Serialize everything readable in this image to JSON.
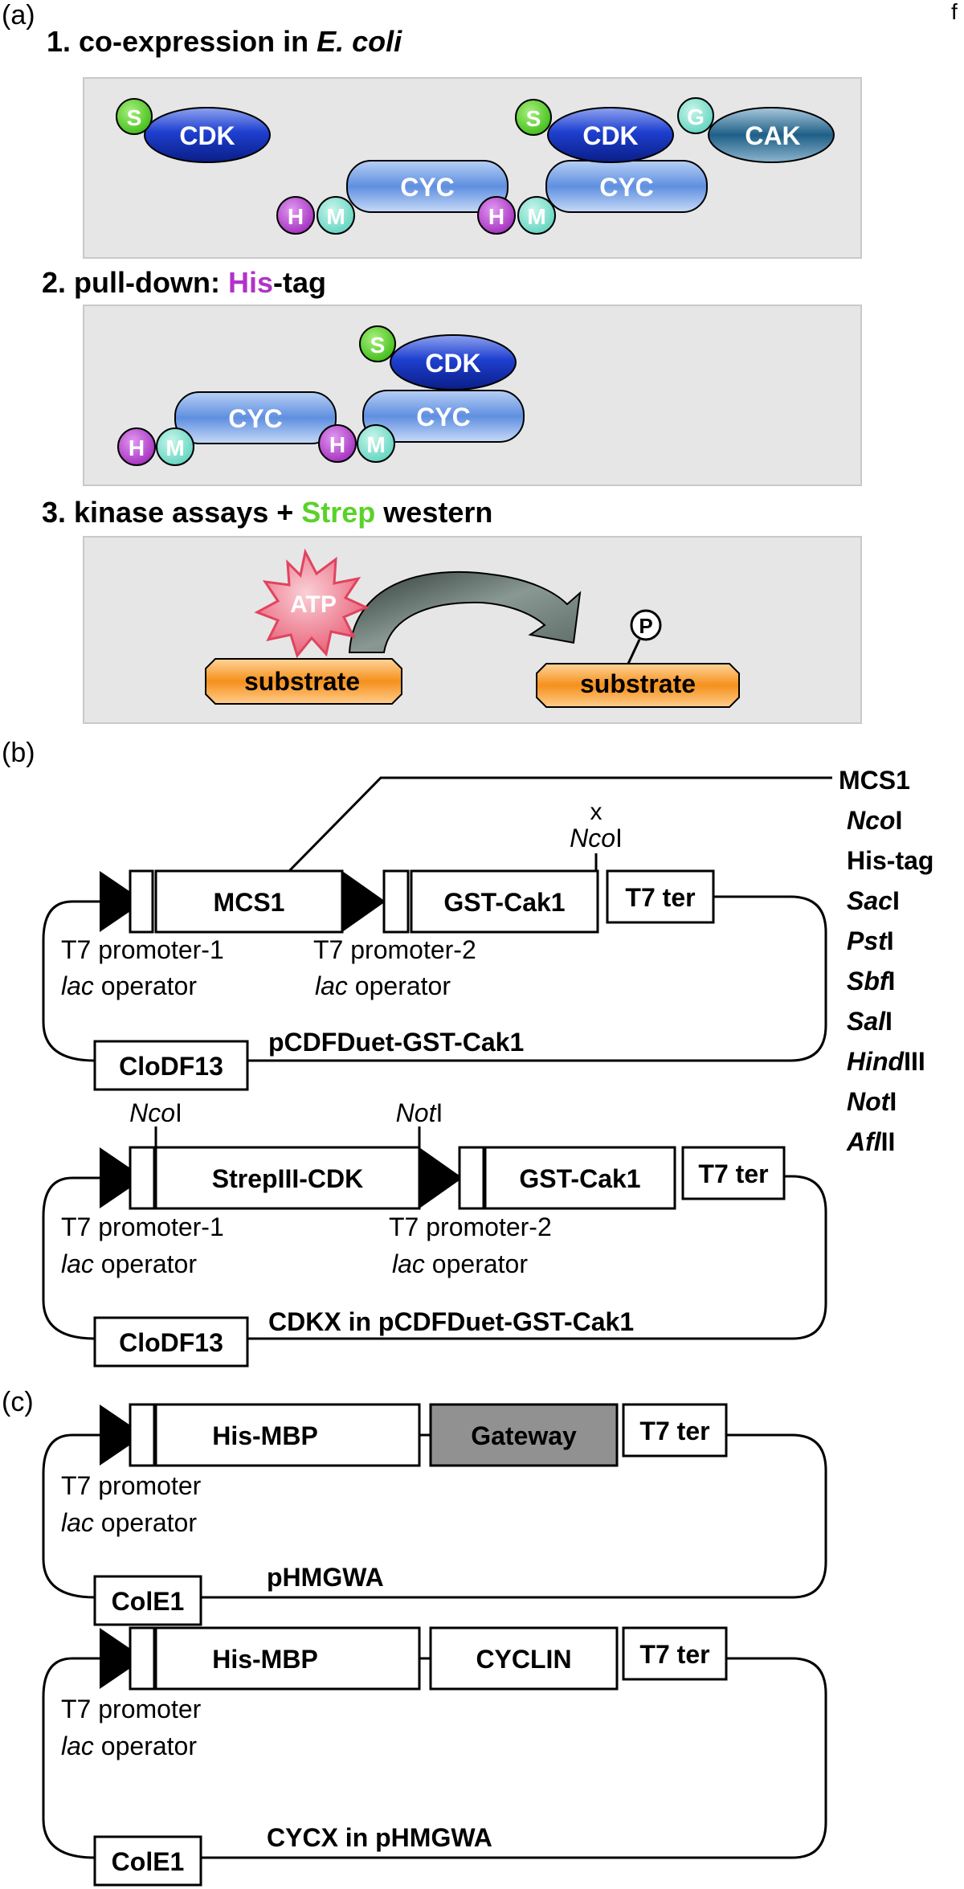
{
  "panel_a": {
    "label": "(a)",
    "corner_letter": "f",
    "step1": {
      "prefix": "1. co-expression in ",
      "organism": "E. coli"
    },
    "step2": {
      "prefix": "2. pull-down: ",
      "tag": "His",
      "suffix": "-tag"
    },
    "step3": {
      "prefix": "3. kinase assays + ",
      "tag": "Strep",
      "suffix": " western"
    },
    "molecules": {
      "s": "S",
      "h": "H",
      "m": "M",
      "g": "G",
      "cdk": "CDK",
      "cyc": "CYC",
      "cak": "CAK",
      "atp": "ATP",
      "phospho": "P",
      "substrate": "substrate"
    },
    "colors": {
      "his": "#b133c9",
      "strep": "#5ad229",
      "box": "#e6e6e6",
      "substrate": "#f08a1c"
    }
  },
  "panel_b": {
    "label": "(b)",
    "plasmid1": {
      "name": "pCDFDuet-GST-Cak1",
      "mcs": "MCS1",
      "gene": "GST-Cak1",
      "terminator": "T7 ter",
      "origin": "CloDF13",
      "promoter1": {
        "name": "T7 promoter-1",
        "op_italic": "lac",
        "op_rest": " operator"
      },
      "promoter2": {
        "name": "T7 promoter-2",
        "op_italic": "lac",
        "op_rest": " operator"
      },
      "site_mark": "x",
      "site": {
        "italic": "Nco",
        "rest": "I"
      }
    },
    "mcs_list": {
      "title": "MCS1",
      "items": [
        {
          "italic": "Nco",
          "rest": "I"
        },
        {
          "italic": "",
          "rest": "His-tag"
        },
        {
          "italic": "Sac",
          "rest": "I"
        },
        {
          "italic": "Pst",
          "rest": "I"
        },
        {
          "italic": "Sbf",
          "rest": "I"
        },
        {
          "italic": "Sal",
          "rest": "I"
        },
        {
          "italic": "Hind",
          "rest": "III"
        },
        {
          "italic": "Not",
          "rest": "I"
        },
        {
          "italic": "Afl",
          "rest": "II"
        }
      ]
    },
    "plasmid2": {
      "name": "CDKX in pCDFDuet-GST-Cak1",
      "insert": "StrepIII-CDK",
      "gene": "GST-Cak1",
      "terminator": "T7 ter",
      "origin": "CloDF13",
      "site1": {
        "italic": "Nco",
        "rest": "I"
      },
      "site2": {
        "italic": "Not",
        "rest": "I"
      },
      "promoter1": {
        "name": "T7 promoter-1",
        "op_italic": "lac",
        "op_rest": " operator"
      },
      "promoter2": {
        "name": "T7 promoter-2",
        "op_italic": "lac",
        "op_rest": " operator"
      }
    }
  },
  "panel_c": {
    "label": "(c)",
    "plasmid1": {
      "name": "pHMGWA",
      "tag": "His-MBP",
      "insert": "Gateway",
      "terminator": "T7 ter",
      "origin": "ColE1",
      "promoter": {
        "name": "T7 promoter",
        "op_italic": "lac",
        "op_rest": " operator"
      }
    },
    "plasmid2": {
      "name": "CYCX in pHMGWA",
      "tag": "His-MBP",
      "insert": "CYCLIN",
      "terminator": "T7 ter",
      "origin": "ColE1",
      "promoter": {
        "name": "T7 promoter",
        "op_italic": "lac",
        "op_rest": " operator"
      }
    }
  }
}
